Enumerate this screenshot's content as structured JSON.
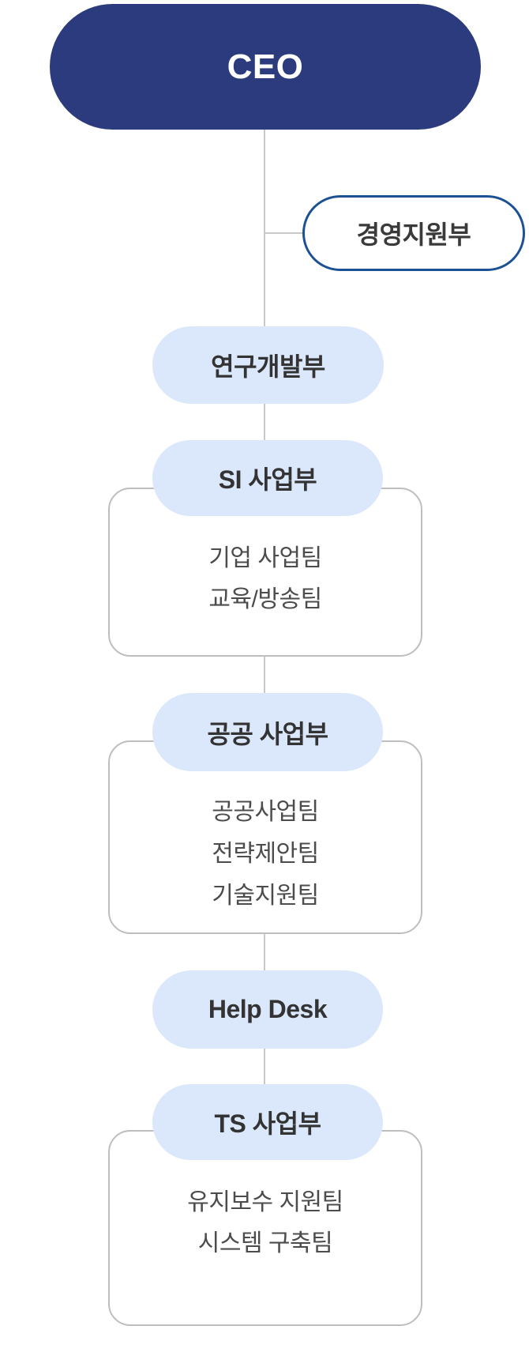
{
  "chart": {
    "type": "org-chart",
    "root": {
      "label": "CEO"
    },
    "staff": {
      "label": "경영지원부"
    },
    "departments": [
      {
        "label": "연구개발부",
        "teams": []
      },
      {
        "label": "SI 사업부",
        "teams": [
          "기업 사업팀",
          "교육/방송팀"
        ]
      },
      {
        "label": "공공 사업부",
        "teams": [
          "공공사업팀",
          "전략제안팀",
          "기술지원팀"
        ]
      },
      {
        "label": "Help Desk",
        "teams": []
      },
      {
        "label": "TS 사업부",
        "teams": [
          "유지보수 지원팀",
          "시스템 구축팀"
        ]
      }
    ],
    "colors": {
      "ceo_fill": "#2B3B7D",
      "staff_border": "#1C5194",
      "dept_fill": "#DBE8FB",
      "card_border": "#BEBEBE",
      "connector": "#C9C9C9",
      "label_dark": "#333333",
      "team_text": "#4C4C4C"
    }
  }
}
